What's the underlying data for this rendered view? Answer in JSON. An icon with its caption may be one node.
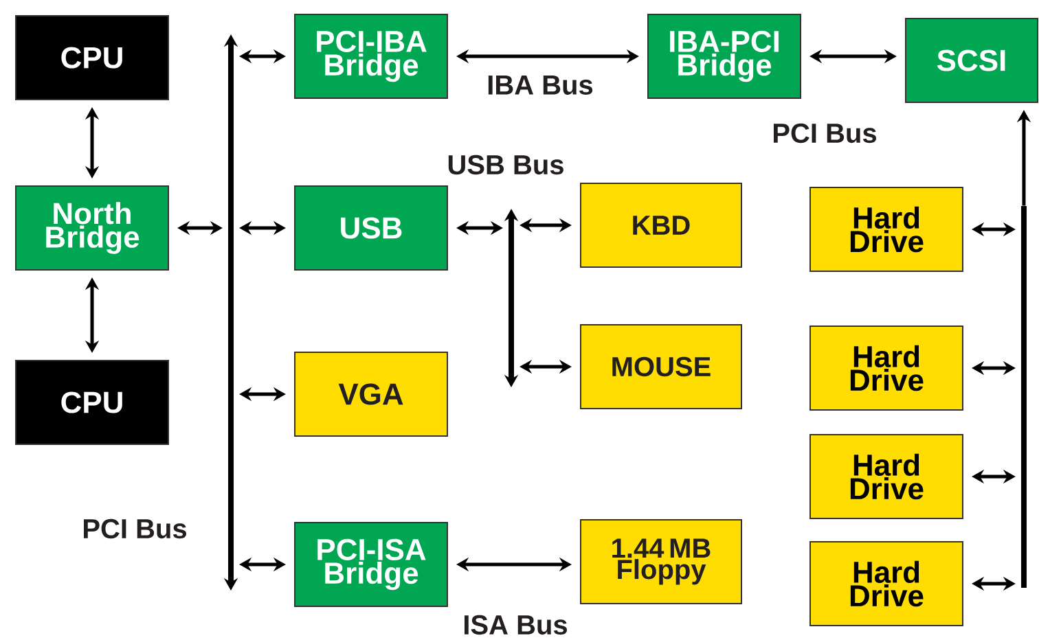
{
  "diagram": {
    "nodes": [
      {
        "text": [
          "CPU"
        ]
      },
      {
        "text": [
          "North Bridge"
        ]
      },
      {
        "text": [
          "CPU"
        ]
      },
      {
        "text": [],
        "shape": "bar"
      },
      {
        "text": [
          "PCI-IBA Bridge"
        ]
      },
      {
        "text": [
          "USB"
        ]
      },
      {
        "text": [
          "VGA"
        ]
      },
      {
        "text": [
          "PCI-ISA Bridge"
        ]
      },
      {
        "text": [
          "IBA-PCI Bridge"
        ]
      },
      {
        "text": [
          "SCSI"
        ]
      },
      {
        "text": [],
        "shape": "bar"
      },
      {
        "text": [
          "KBD"
        ]
      },
      {
        "text": [
          "MOUSE"
        ]
      },
      {
        "text": [
          "1.44 MB Floppy"
        ]
      },
      {
        "text": [
          "Hard Drive"
        ]
      },
      {
        "text": [
          "Hard Drive"
        ]
      },
      {
        "text": [
          "Hard Drive"
        ]
      },
      {
        "text": [
          "Hard Drive"
        ]
      },
      {
        "text": [],
        "shape": "bar"
      }
    ],
    "edges": [
      {
        "from": 0,
        "to": 1,
        "arrow": "both"
      },
      {
        "from": 1,
        "to": 2,
        "arrow": "both"
      },
      {
        "from": 1,
        "to": 3,
        "arrow": "both"
      },
      {
        "from": 3,
        "to": 4,
        "arrow": "both"
      },
      {
        "from": 3,
        "to": 5,
        "arrow": "both"
      },
      {
        "from": 3,
        "to": 6,
        "arrow": "both"
      },
      {
        "from": 3,
        "to": 7,
        "arrow": "both"
      },
      {
        "from": 4,
        "to": 8,
        "arrow": "both",
        "label": "IBA Bus"
      },
      {
        "from": 8,
        "to": 9,
        "arrow": "both"
      },
      {
        "from": 5,
        "to": 10,
        "arrow": "both"
      },
      {
        "from": 10,
        "to": 11,
        "arrow": "both"
      },
      {
        "from": 10,
        "to": 12,
        "arrow": "both"
      },
      {
        "from": 7,
        "to": 13,
        "arrow": "both",
        "label": "ISA Bus"
      },
      {
        "from": 14,
        "to": 18,
        "arrow": "both"
      },
      {
        "from": 15,
        "to": 18,
        "arrow": "both"
      },
      {
        "from": 16,
        "to": 18,
        "arrow": "both"
      },
      {
        "from": 17,
        "to": 18,
        "arrow": "both"
      },
      {
        "from": 18,
        "to": 9,
        "arrow": "to"
      }
    ],
    "labels": [
      "PCI Bus",
      "USB Bus",
      "PCI Bus"
    ]
  }
}
